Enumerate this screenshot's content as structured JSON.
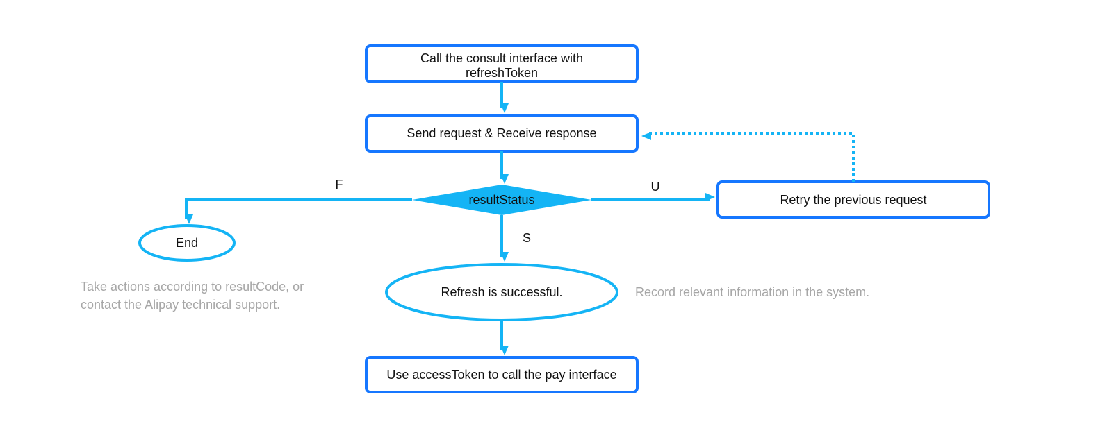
{
  "colors": {
    "box_border": "#1677ff",
    "arrow": "#14b4f5",
    "diamond_fill": "#14b4f5",
    "ellipse_border": "#14b4f5",
    "note_text": "#a6a6a6",
    "text": "#111111"
  },
  "nodes": {
    "consult": {
      "line1": "Call the consult interface with",
      "line2": "refreshToken"
    },
    "send": "Send request & Receive response",
    "decision": "resultStatus",
    "retry": "Retry the previous request",
    "end": "End",
    "success": "Refresh is successful.",
    "pay": "Use accessToken to call the pay interface"
  },
  "edge_labels": {
    "fail": "F",
    "unknown": "U",
    "success": "S"
  },
  "notes": {
    "fail_note": {
      "line1": "Take actions according to resultCode, or",
      "line2": "contact the Alipay technical support."
    },
    "success_note": "Record relevant information in the system."
  }
}
